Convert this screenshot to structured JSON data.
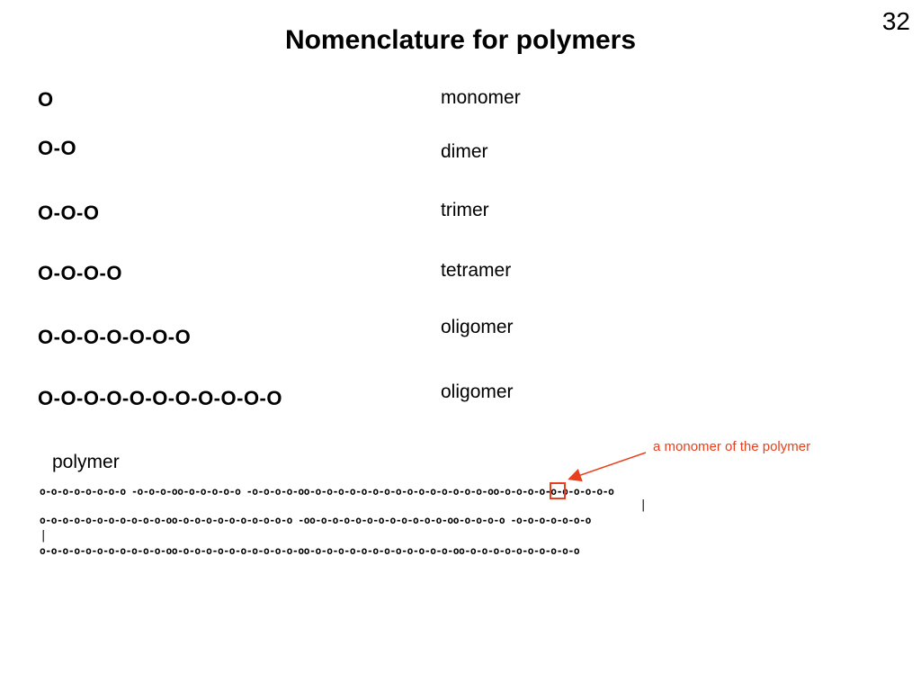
{
  "slide": {
    "number": "32",
    "title": "Nomenclature for polymers"
  },
  "rows": [
    {
      "chain": "O",
      "term": "monomer"
    },
    {
      "chain": "O-O",
      "term": "dimer"
    },
    {
      "chain": "O-O-O",
      "term": "trimer"
    },
    {
      "chain": "O-O-O-O",
      "term": "tetramer"
    },
    {
      "chain": "O-O-O-O-O-O-O",
      "term": "oligomer"
    },
    {
      "chain": "O-O-O-O-O-O-O-O-O-O-O",
      "term": "oligomer"
    }
  ],
  "polymer": {
    "label": "polymer",
    "annotation": "a monomer of the polymer",
    "lines": [
      "o-o-o-o-o-o-o-o -o-o-o-oo-o-o-o-o-o -o-o-o-o-oo-o-o-o-o-o-o-o-o-o-o-o-o-o-o-o-oo-o-o-o-o-o-o-o-o-o-o",
      "o-o-o-o-o-o-o-o-o-o-o-oo-o-o-o-o-o-o-o-o-o-o -oo-o-o-o-o-o-o-o-o-o-o-o-oo-o-o-o-o -o-o-o-o-o-o-o",
      "o-o-o-o-o-o-o-o-o-o-o-oo-o-o-o-o-o-o-o-o-o-o-oo-o-o-o-o-o-o-o-o-o-o-o-o-oo-o-o-o-o-o-o-o-o-o-o"
    ],
    "connectors": [
      "|",
      "|"
    ]
  },
  "colors": {
    "accent": "#e8401c",
    "text": "#000000",
    "background": "#ffffff"
  }
}
